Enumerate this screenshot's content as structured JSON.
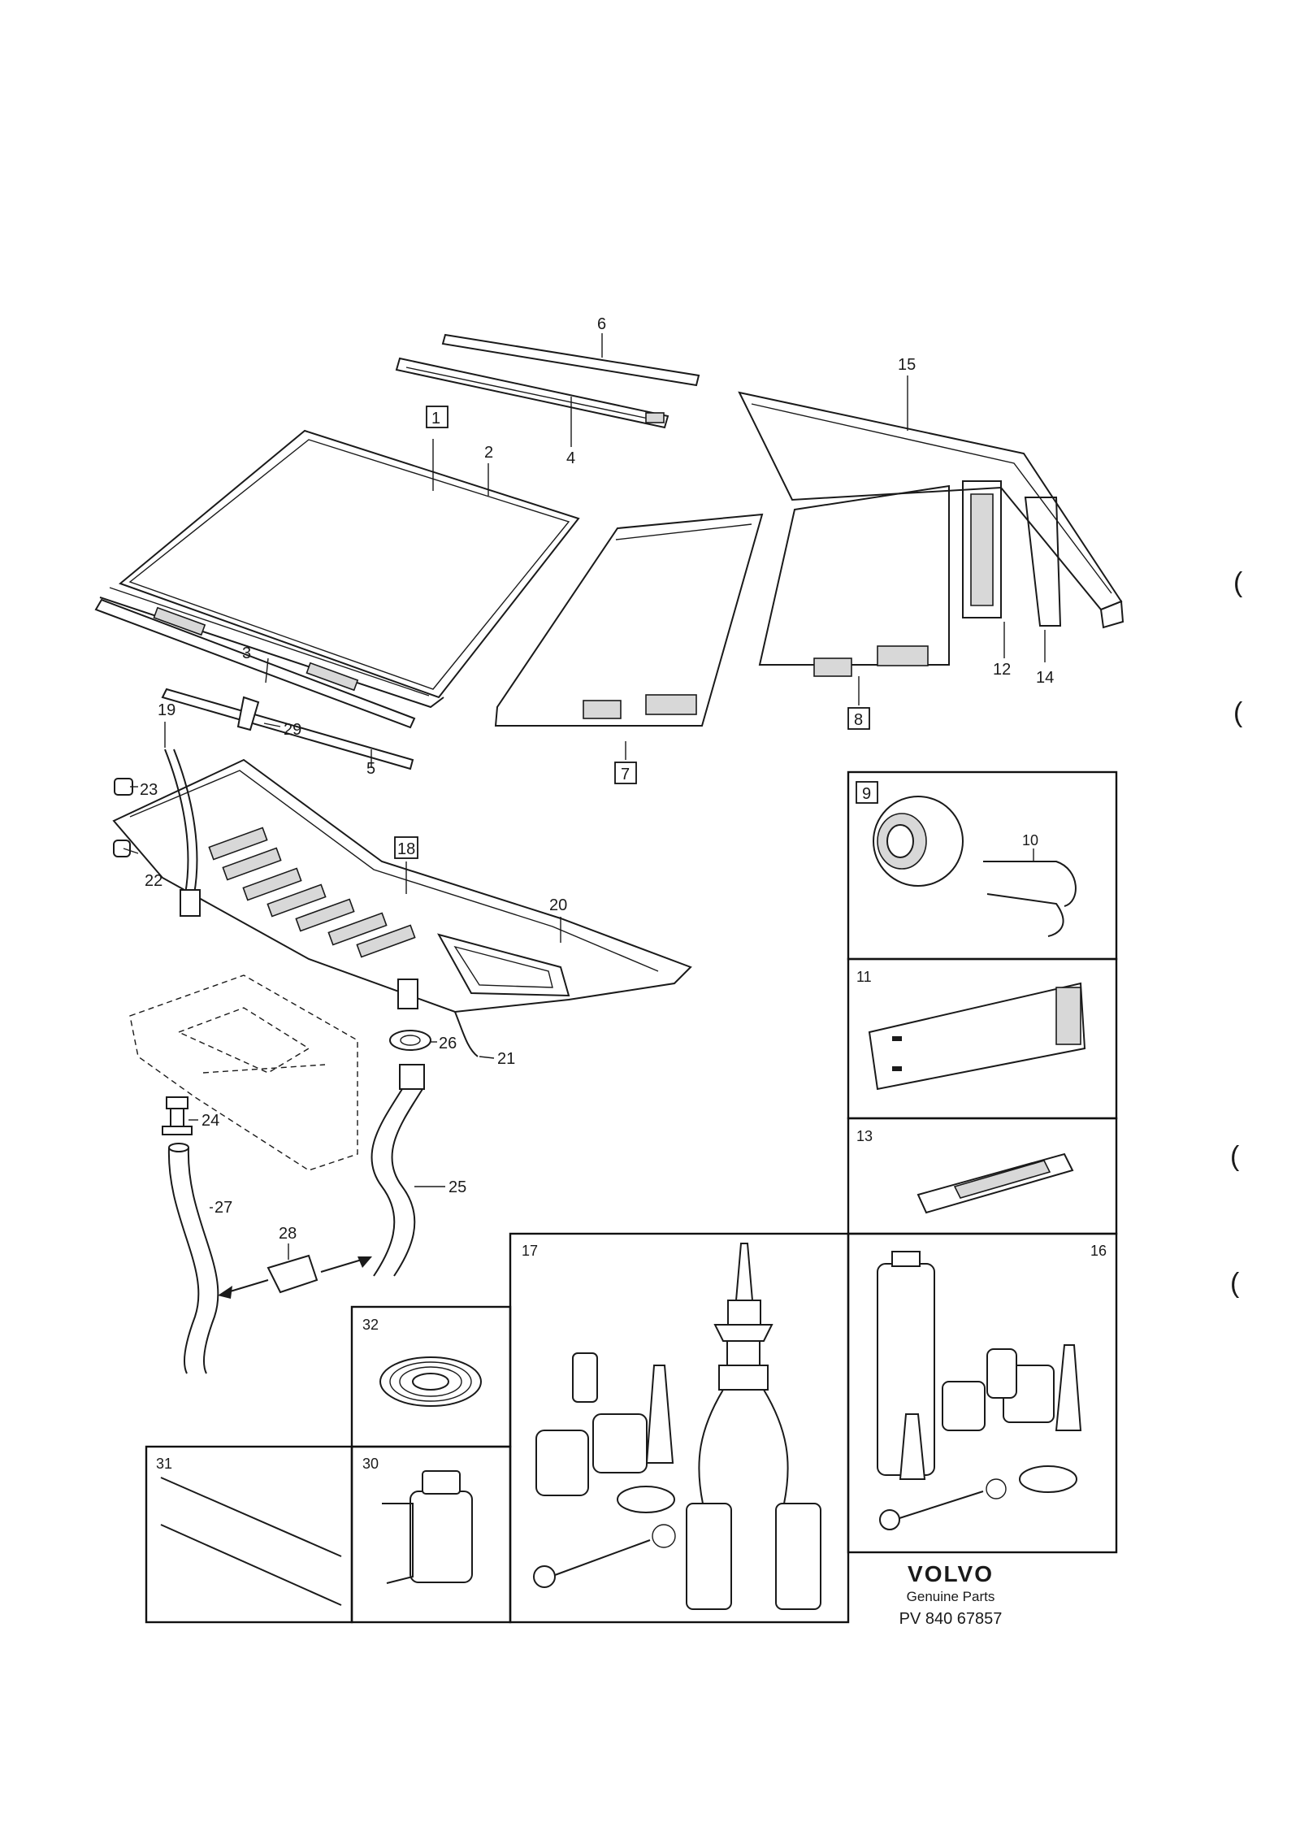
{
  "callouts": {
    "c1": "1",
    "c2": "2",
    "c3": "3",
    "c4": "4",
    "c5": "5",
    "c6": "6",
    "c7": "7",
    "c8": "8",
    "c9": "9",
    "c10": "10",
    "c11": "11",
    "c12": "12",
    "c13": "13",
    "c14": "14",
    "c15": "15",
    "c16": "16",
    "c17": "17",
    "c18": "18",
    "c19": "19",
    "c20": "20",
    "c21": "21",
    "c22": "22",
    "c23": "23",
    "c24": "24",
    "c25": "25",
    "c26": "26",
    "c27": "27",
    "c28": "28",
    "c29": "29",
    "c30": "30",
    "c31": "31",
    "c32": "32"
  },
  "footer": {
    "brand": "VOLVO",
    "tagline": "Genuine Parts",
    "code": "PV 840 67857"
  },
  "margin_marks": {
    "m1": "(",
    "m2": "(",
    "m3": "(",
    "m4": "("
  }
}
